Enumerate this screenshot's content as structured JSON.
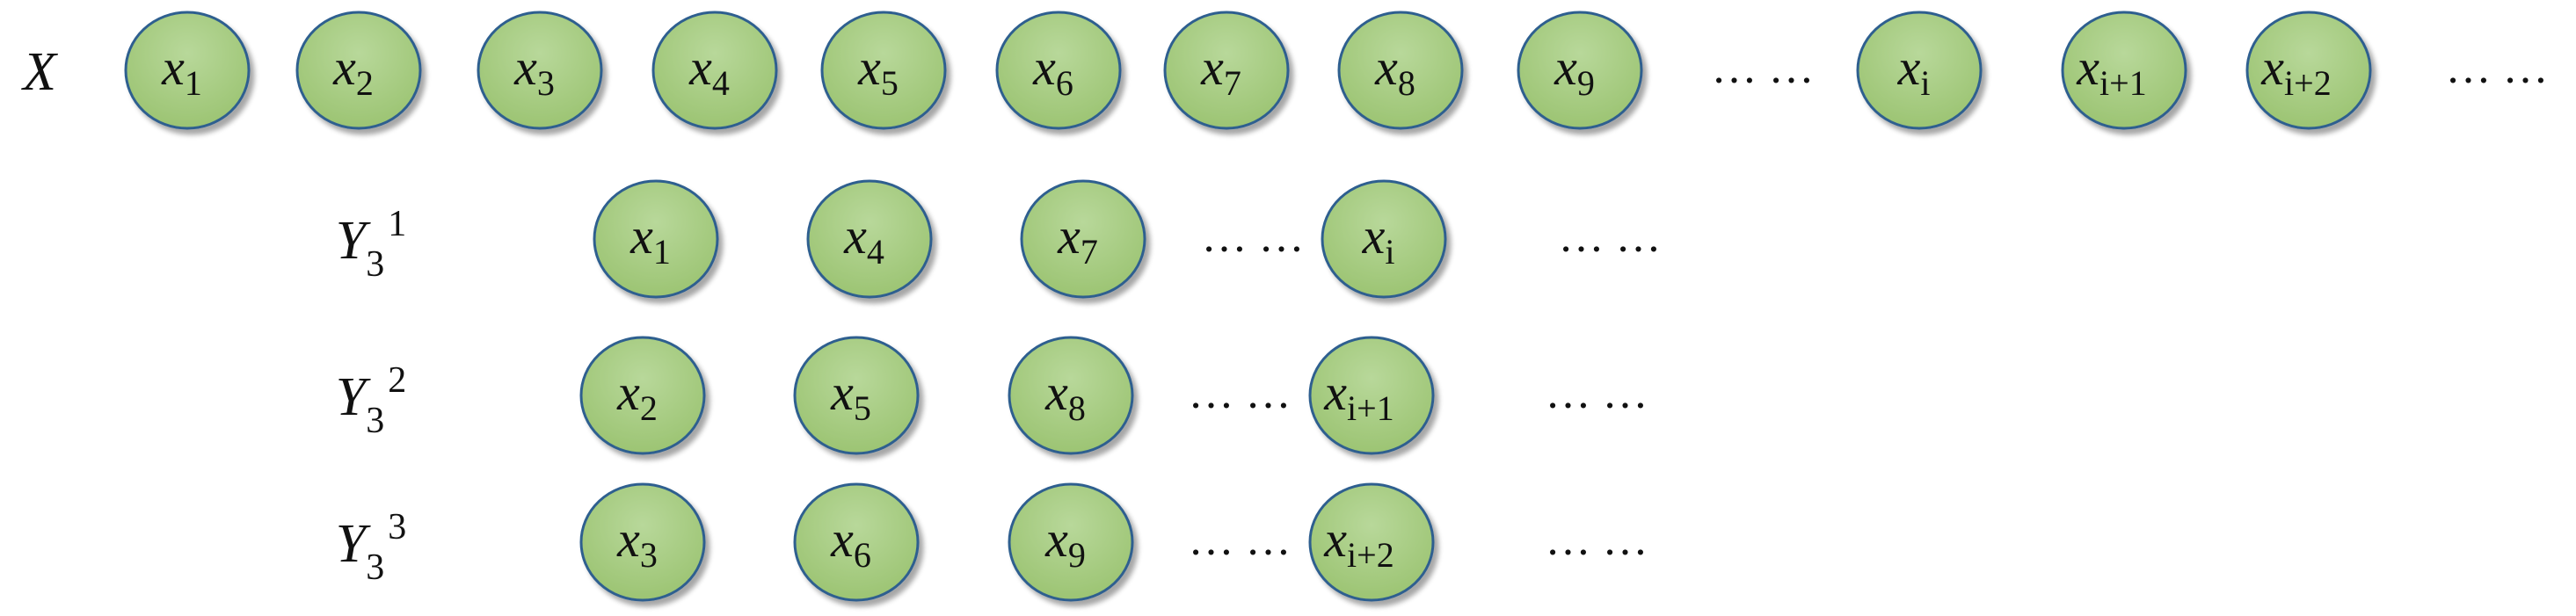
{
  "colors": {
    "node_fill": "#9cc473",
    "node_fill_light": "#b8d89a",
    "node_stroke": "#2f5f8f",
    "text": "#111111"
  },
  "rows": [
    {
      "id": "X",
      "label": {
        "base": "X",
        "sub": "",
        "sup": ""
      },
      "items": [
        {
          "type": "node",
          "base": "x",
          "sub": "1"
        },
        {
          "type": "node",
          "base": "x",
          "sub": "2"
        },
        {
          "type": "node",
          "base": "x",
          "sub": "3"
        },
        {
          "type": "node",
          "base": "x",
          "sub": "4"
        },
        {
          "type": "node",
          "base": "x",
          "sub": "5"
        },
        {
          "type": "node",
          "base": "x",
          "sub": "6"
        },
        {
          "type": "node",
          "base": "x",
          "sub": "7"
        },
        {
          "type": "node",
          "base": "x",
          "sub": "8"
        },
        {
          "type": "node",
          "base": "x",
          "sub": "9"
        },
        {
          "type": "ellipsis",
          "text": "… …"
        },
        {
          "type": "node",
          "base": "x",
          "sub": "i"
        },
        {
          "type": "node",
          "base": "x",
          "sub": "i+1"
        },
        {
          "type": "node",
          "base": "x",
          "sub": "i+2"
        },
        {
          "type": "ellipsis",
          "text": "… …"
        }
      ]
    },
    {
      "id": "Y1",
      "label": {
        "base": "Y",
        "sub": "3",
        "sup": "1"
      },
      "items": [
        {
          "type": "node",
          "base": "x",
          "sub": "1"
        },
        {
          "type": "node",
          "base": "x",
          "sub": "4"
        },
        {
          "type": "node",
          "base": "x",
          "sub": "7"
        },
        {
          "type": "ellipsis",
          "text": "… …"
        },
        {
          "type": "node",
          "base": "x",
          "sub": "i"
        },
        {
          "type": "ellipsis",
          "text": "… …"
        }
      ]
    },
    {
      "id": "Y2",
      "label": {
        "base": "Y",
        "sub": "3",
        "sup": "2"
      },
      "items": [
        {
          "type": "node",
          "base": "x",
          "sub": "2"
        },
        {
          "type": "node",
          "base": "x",
          "sub": "5"
        },
        {
          "type": "node",
          "base": "x",
          "sub": "8"
        },
        {
          "type": "ellipsis",
          "text": "… …"
        },
        {
          "type": "node",
          "base": "x",
          "sub": "i+1"
        },
        {
          "type": "ellipsis",
          "text": "… …"
        }
      ]
    },
    {
      "id": "Y3",
      "label": {
        "base": "Y",
        "sub": "3",
        "sup": "3"
      },
      "items": [
        {
          "type": "node",
          "base": "x",
          "sub": "3"
        },
        {
          "type": "node",
          "base": "x",
          "sub": "6"
        },
        {
          "type": "node",
          "base": "x",
          "sub": "9"
        },
        {
          "type": "ellipsis",
          "text": "… …"
        },
        {
          "type": "node",
          "base": "x",
          "sub": "i+2"
        },
        {
          "type": "ellipsis",
          "text": "… …"
        }
      ]
    }
  ]
}
